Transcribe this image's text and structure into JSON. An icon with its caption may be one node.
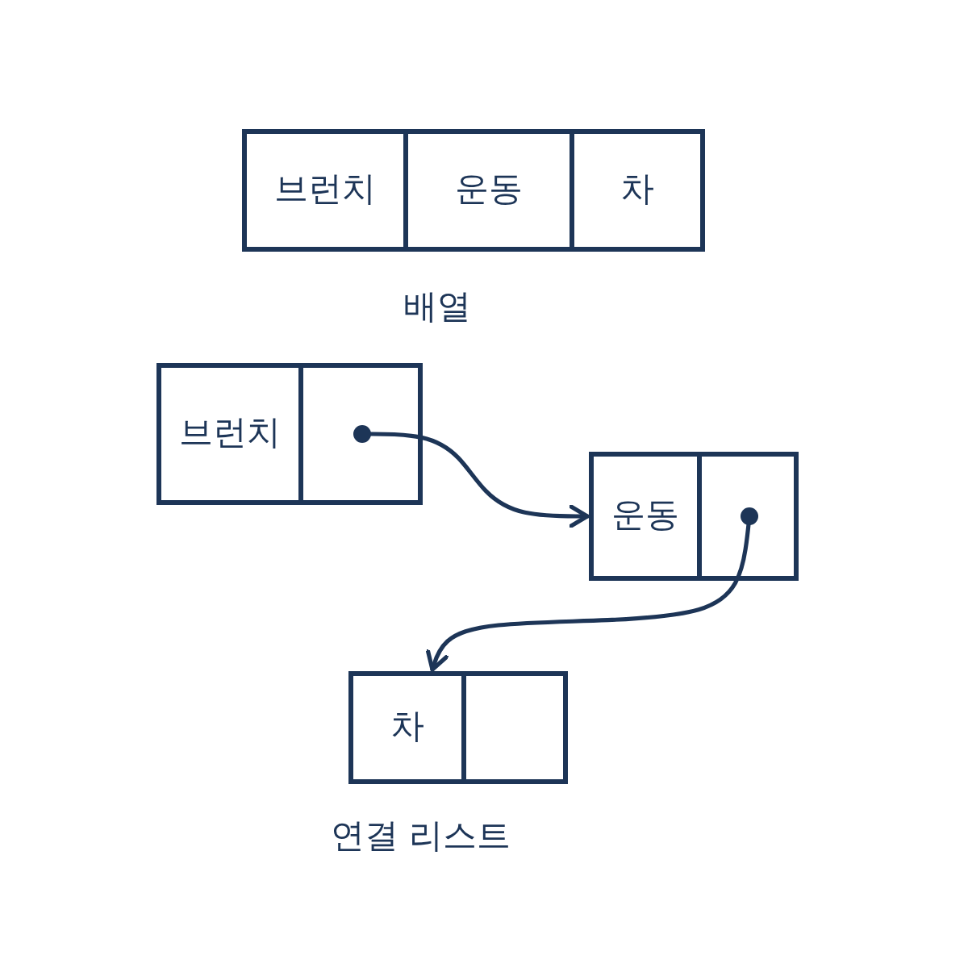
{
  "diagram": {
    "nodes": [
      {
        "text": [
          "브런치"
        ]
      },
      {
        "text": [
          "운동"
        ]
      },
      {
        "text": [
          "차"
        ]
      },
      {
        "text": [
          "브런치"
        ]
      },
      {
        "text": [],
        "shape": "box"
      },
      {
        "text": [
          "운동"
        ]
      },
      {
        "text": [],
        "shape": "box"
      },
      {
        "text": [
          "차"
        ]
      },
      {
        "text": [],
        "shape": "box"
      }
    ],
    "edges": [
      {
        "from": 4,
        "to": 5,
        "arrow": "to"
      },
      {
        "from": 6,
        "to": 7,
        "arrow": "to"
      }
    ],
    "labels": [
      "배열",
      "연결 리스트"
    ]
  }
}
